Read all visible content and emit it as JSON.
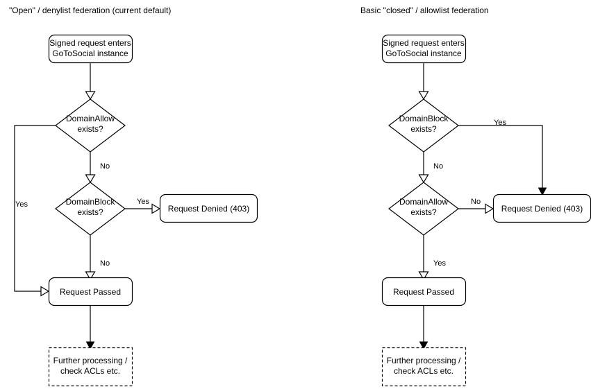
{
  "diagram": {
    "type": "flowchart",
    "background": "#ffffff",
    "line_color": "#000000",
    "text_color": "#000000",
    "columns": [
      {
        "id": "open-denylist",
        "title": "\"Open\" / denylist federation (current default)",
        "nodes": [
          {
            "id": "entry",
            "shape": "rounded-rect",
            "line1": "Signed request enters",
            "line2": "GoToSocial instance"
          },
          {
            "id": "domain-allow",
            "shape": "diamond",
            "line1": "DomainAllow",
            "line2": "exists?"
          },
          {
            "id": "domain-block",
            "shape": "diamond",
            "line1": "DomainBlock",
            "line2": "exists?"
          },
          {
            "id": "denied",
            "shape": "rounded-rect",
            "line1": "Request Denied (403)",
            "line2": ""
          },
          {
            "id": "passed",
            "shape": "rounded-rect",
            "line1": "Request Passed",
            "line2": ""
          },
          {
            "id": "further",
            "shape": "dashed-rect",
            "line1": "Further processing /",
            "line2": "check ACLs etc."
          }
        ],
        "edges": [
          {
            "from": "entry",
            "to": "domain-allow",
            "label": ""
          },
          {
            "from": "domain-allow",
            "to": "passed",
            "label": "Yes"
          },
          {
            "from": "domain-allow",
            "to": "domain-block",
            "label": "No"
          },
          {
            "from": "domain-block",
            "to": "denied",
            "label": "Yes"
          },
          {
            "from": "domain-block",
            "to": "passed",
            "label": "No"
          },
          {
            "from": "passed",
            "to": "further",
            "label": ""
          }
        ]
      },
      {
        "id": "closed-allowlist",
        "title": "Basic \"closed\" / allowlist federation",
        "nodes": [
          {
            "id": "entry",
            "shape": "rounded-rect",
            "line1": "Signed request enters",
            "line2": "GoToSocial instance"
          },
          {
            "id": "domain-block",
            "shape": "diamond",
            "line1": "DomainBlock",
            "line2": "exists?"
          },
          {
            "id": "domain-allow",
            "shape": "diamond",
            "line1": "DomainAllow",
            "line2": "exists?"
          },
          {
            "id": "denied",
            "shape": "rounded-rect",
            "line1": "Request Denied (403)",
            "line2": ""
          },
          {
            "id": "passed",
            "shape": "rounded-rect",
            "line1": "Request Passed",
            "line2": ""
          },
          {
            "id": "further",
            "shape": "dashed-rect",
            "line1": "Further processing /",
            "line2": "check ACLs etc."
          }
        ],
        "edges": [
          {
            "from": "entry",
            "to": "domain-block",
            "label": ""
          },
          {
            "from": "domain-block",
            "to": "denied",
            "label": "Yes"
          },
          {
            "from": "domain-block",
            "to": "domain-allow",
            "label": "No"
          },
          {
            "from": "domain-allow",
            "to": "denied",
            "label": "No"
          },
          {
            "from": "domain-allow",
            "to": "passed",
            "label": "Yes"
          },
          {
            "from": "passed",
            "to": "further",
            "label": ""
          }
        ]
      }
    ]
  }
}
